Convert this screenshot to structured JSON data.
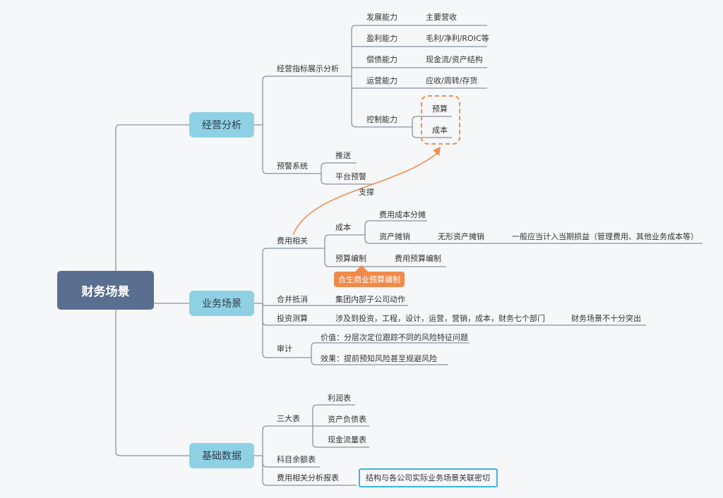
{
  "root": "财务场景",
  "branches": {
    "ops": {
      "label": "经营分析",
      "indicators": {
        "label": "经营指标展示分析",
        "items": [
          {
            "name": "发展能力",
            "detail": "主要营收"
          },
          {
            "name": "盈利能力",
            "detail": "毛利/净利/ROIC等"
          },
          {
            "name": "偿债能力",
            "detail": "现金流/资产结构"
          },
          {
            "name": "运营能力",
            "detail": "应收/周转/存货"
          }
        ],
        "control": {
          "name": "控制能力",
          "items": [
            "预算",
            "成本"
          ]
        }
      },
      "warning": {
        "label": "预警系统",
        "items": [
          "推送",
          "平台预警"
        ]
      }
    },
    "biz": {
      "label": "业务场景",
      "cost": {
        "label": "费用相关",
        "chengben": {
          "label": "成本",
          "fentan": "费用成本分摊",
          "amort": {
            "label": "资产摊销",
            "child": "无形资产摊销",
            "leaf": "一般应当计入当期损益（管理费用、其他业务成本等）"
          }
        },
        "budget": {
          "label": "预算编制",
          "child": "费用预算编制"
        }
      },
      "consol": {
        "label": "合并抵消",
        "child": "集团内部子公司动作"
      },
      "invest": {
        "label": "投资测算",
        "child": "涉及到投资，工程，设计，运营，营销，成本，财务七个部门",
        "leaf": "财务场景不十分突出"
      },
      "audit": {
        "label": "审计",
        "items": [
          "价值：分层次定位跟踪不同的风险特征问题",
          "效果：提前预知风险甚至规避风险"
        ]
      }
    },
    "data": {
      "label": "基础数据",
      "three": {
        "label": "三大表",
        "items": [
          "利润表",
          "资产负债表",
          "现金流量表"
        ]
      },
      "subject": "科目余额表",
      "report": {
        "label": "费用相关分析报表",
        "note": "结构与各公司实际业务场景关联密切"
      }
    }
  },
  "annotations": {
    "support": "支撑",
    "callout": "合生商业预算编制"
  },
  "colors": {
    "root": "#5a6e8f",
    "main": "#8fd1e4",
    "line": "#8a939e",
    "accent": "#f08a4b",
    "note_border": "#3bb4e6"
  }
}
